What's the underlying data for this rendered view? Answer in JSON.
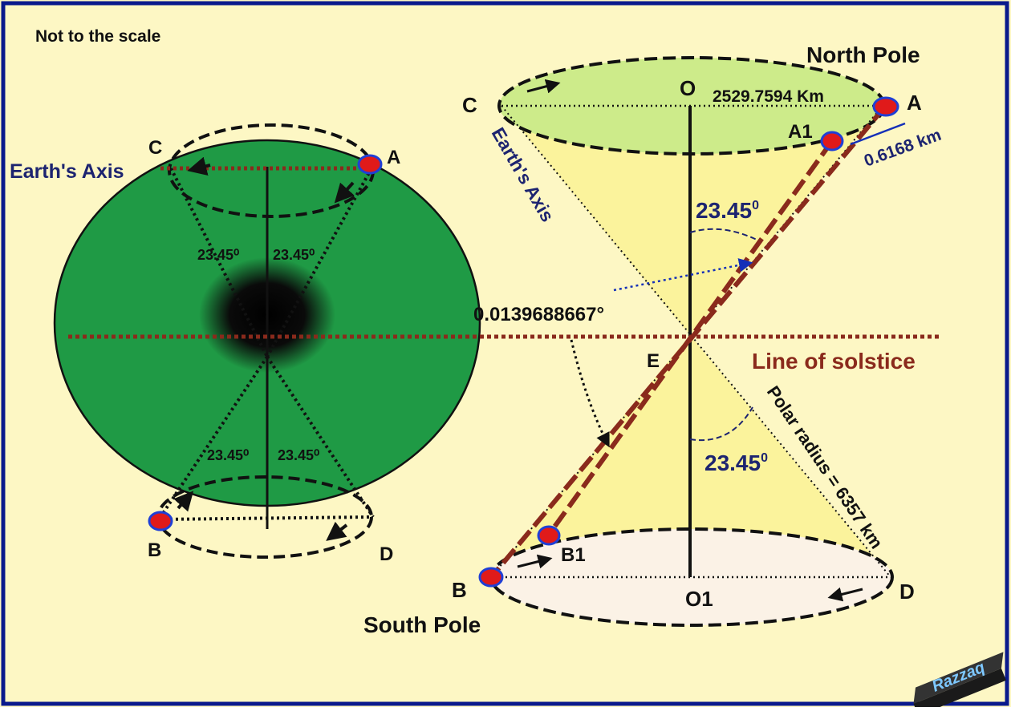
{
  "note": "Not to the scale",
  "watermark": "Razzaq",
  "colors": {
    "background": "#fdf7c4",
    "frame": "#0a1a8c",
    "earth_green": "#1f9a45",
    "cap_green": "#cdeb8a",
    "cone_yellow": "#fbf39c",
    "bottom_cap": "#fbf2e6",
    "solstice_line": "#8a2a1c",
    "axis_navy": "#1d2470",
    "arrow_blue": "#1530b8",
    "point_red": "#e01a1a",
    "point_ring": "#1f3fd6"
  },
  "left_figure": {
    "points": {
      "A": "A",
      "B": "B",
      "C": "C",
      "D": "D"
    },
    "axis_label": "Earth's Axis",
    "angles": [
      "23.45⁰",
      "23.45⁰",
      "23.45⁰",
      "23.45⁰"
    ]
  },
  "right_figure": {
    "points": {
      "A": "A",
      "A1": "A1",
      "B": "B",
      "B1": "B1",
      "C": "C",
      "D": "D",
      "O": "O",
      "O1": "O1",
      "E": "E"
    },
    "north_pole": "North Pole",
    "south_pole": "South Pole",
    "axis_label": "Earth's Axis",
    "radius_distance": "2529.7594 Km",
    "offset_distance": "0.6168 km",
    "small_angle": "0.0139688667°",
    "angle_top": "23.45",
    "angle_bottom": "23.45",
    "angle_sup": "0",
    "solstice_label": "Line of solstice",
    "polar_radius": "Polar radius = 6357 km"
  }
}
